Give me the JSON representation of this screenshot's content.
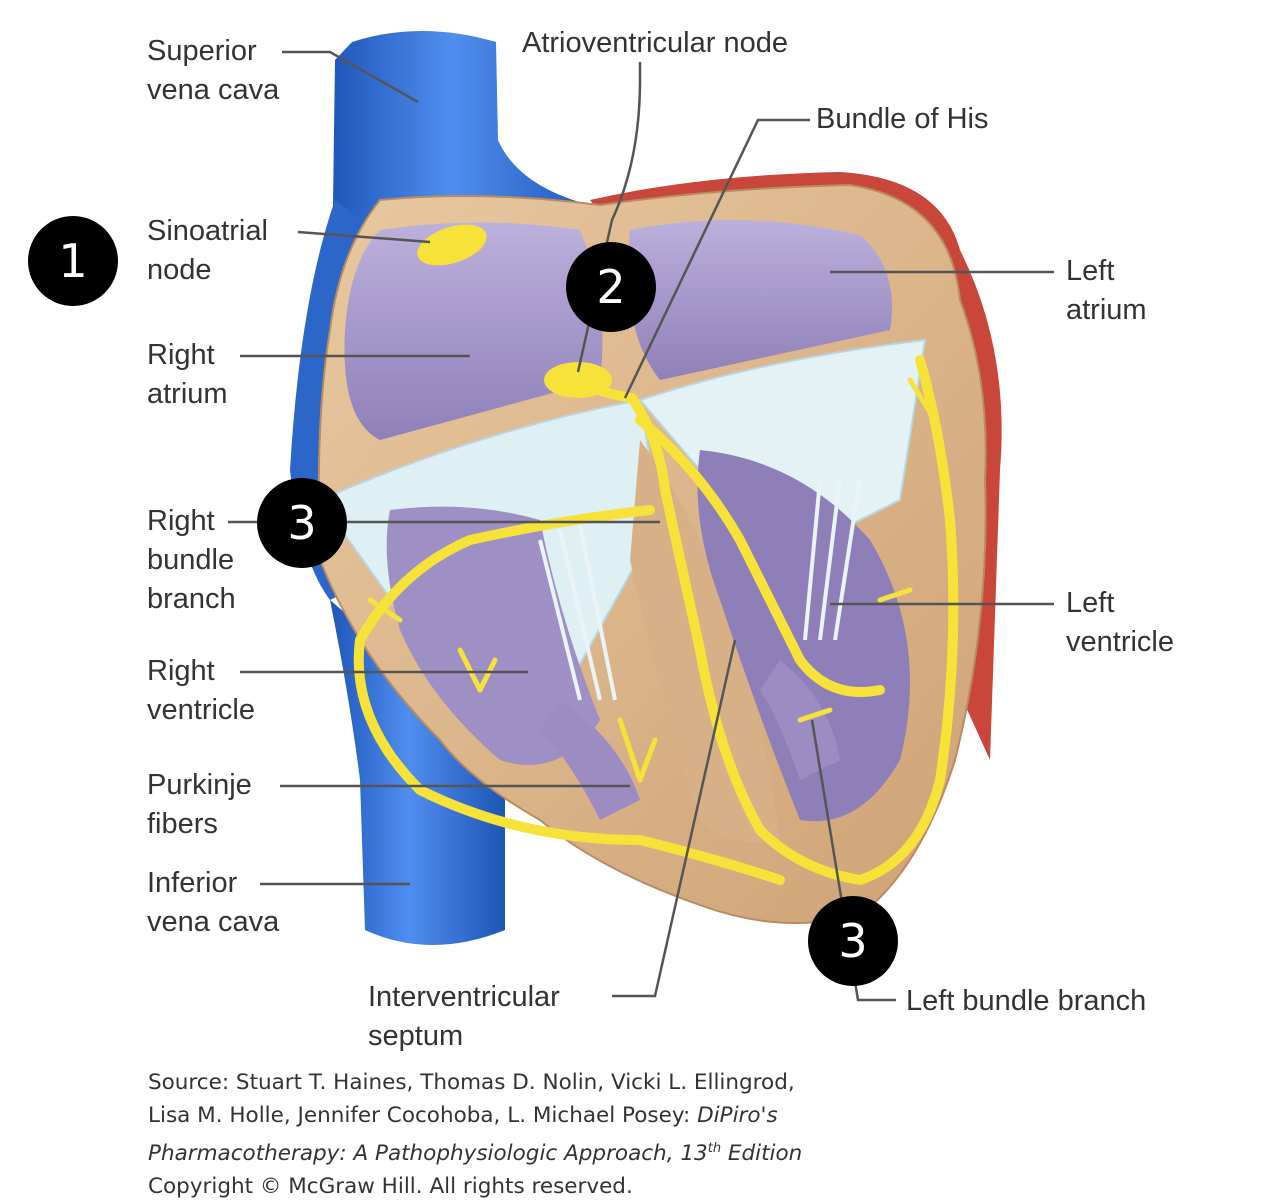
{
  "labels": {
    "superior_vena_cava": [
      "Superior",
      "vena cava"
    ],
    "atrioventricular_node": "Atrioventricular node",
    "bundle_of_his": "Bundle of His",
    "sinoatrial_node": [
      "Sinoatrial",
      "node"
    ],
    "left_atrium": [
      "Left",
      "atrium"
    ],
    "right_atrium": [
      "Right",
      "atrium"
    ],
    "right_bundle_branch": [
      "Right",
      "bundle",
      "branch"
    ],
    "left_ventricle": [
      "Left",
      "ventricle"
    ],
    "right_ventricle": [
      "Right",
      "ventricle"
    ],
    "purkinje_fibers": [
      "Purkinje",
      "fibers"
    ],
    "inferior_vena_cava": [
      "Inferior",
      "vena cava"
    ],
    "interventricular_septum": [
      "Interventricular",
      "septum"
    ],
    "left_bundle_branch": "Left bundle branch"
  },
  "markers": {
    "sa": "1",
    "av": "2",
    "right_branch": "3",
    "left_branch": "3"
  },
  "source": {
    "line1": "Source: Stuart T. Haines, Thomas D. Nolin, Vicki L. Ellingrod,",
    "line2_plain": "Lisa M. Holle, Jennifer Cocohoba, L. Michael Posey: ",
    "line2_italic": "DiPiro's",
    "line3_italic": "Pharmacotherapy: A Pathophysiologic Approach, 13",
    "line3_sup": "th",
    "line3_end": " Edition",
    "line4": "Copyright © McGraw Hill. All rights reserved."
  },
  "colors": {
    "vena_cava": "#2f6fd6",
    "myocardium": "#d9b48a",
    "chamber": "#a898c8",
    "valve": "#dceef4",
    "conduction": "#f7e23a",
    "pericardium": "#c9463a",
    "marker": "#000000"
  }
}
